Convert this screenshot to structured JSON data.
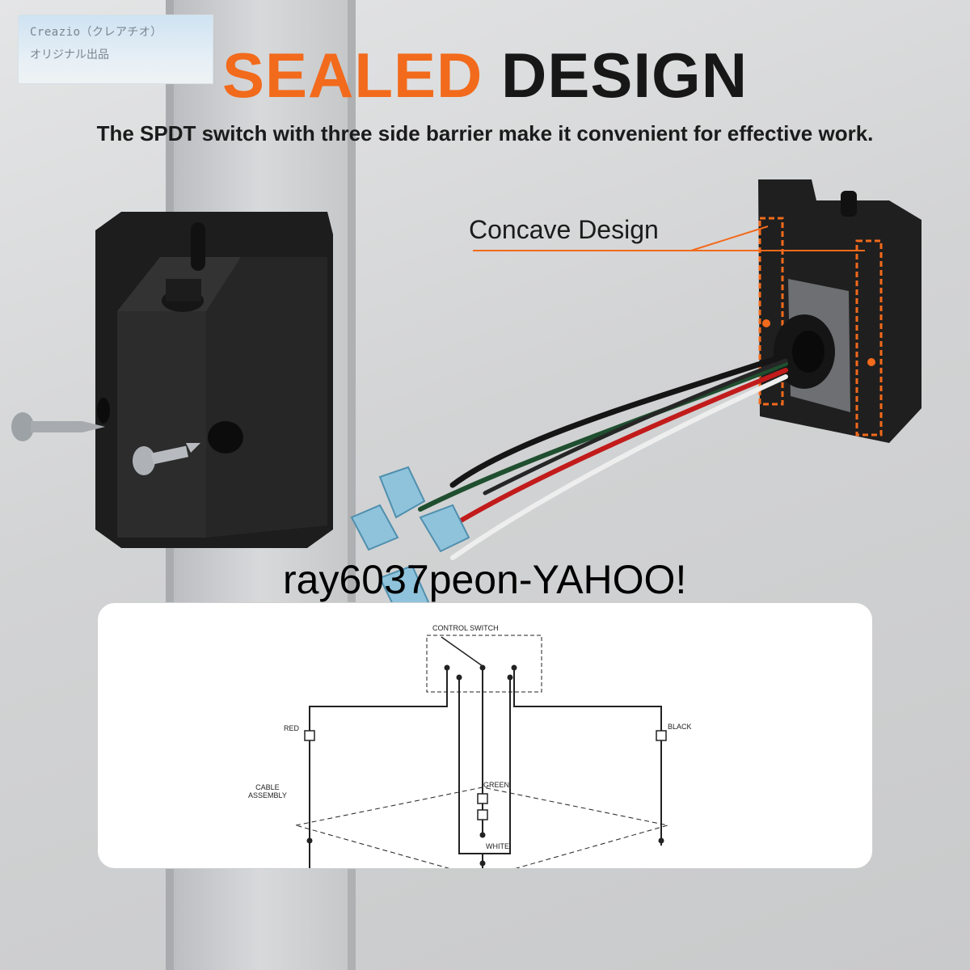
{
  "watermark": {
    "line1": "Creazio（クレアチオ）",
    "line2": "オリジナル出品"
  },
  "header": {
    "title_accent": "SEALED",
    "title_rest": "DESIGN",
    "subtitle": "The SPDT switch with three side barrier make it convenient for effective work."
  },
  "callout": {
    "label": "Concave Design"
  },
  "overlay_text": "ray6037peon-YAHOO!",
  "diagram": {
    "control_switch": "CONTROL SWITCH",
    "red": "RED",
    "black": "BLACK",
    "green": "GREEN",
    "white": "WHITE",
    "cable_line1": "CABLE",
    "cable_line2": "ASSEMBLY"
  },
  "colors": {
    "accent": "#f26a1b",
    "title_dark": "#171717",
    "box": "#232323",
    "terminal_blue": "#8fc3db"
  }
}
